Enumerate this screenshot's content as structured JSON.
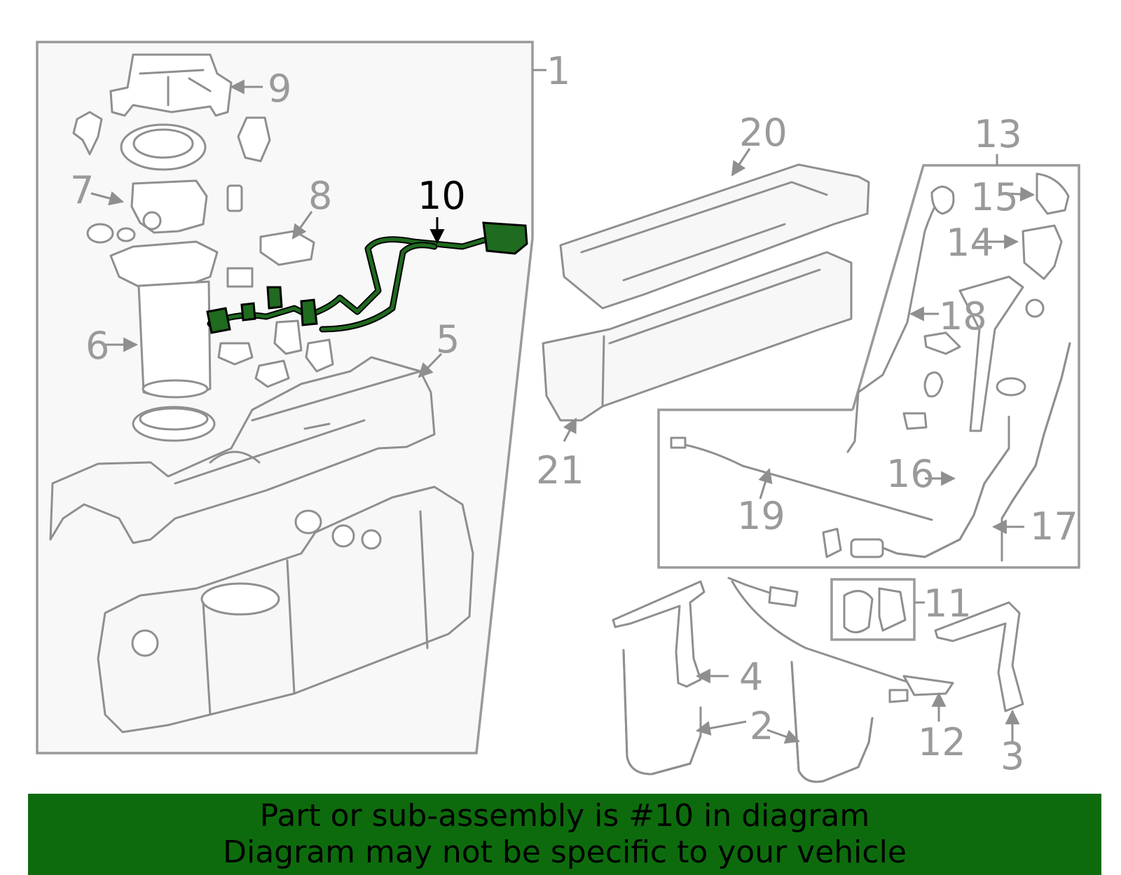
{
  "callouts": {
    "c1": "1",
    "c2": "2",
    "c3": "3",
    "c4": "4",
    "c5": "5",
    "c6": "6",
    "c7": "7",
    "c8": "8",
    "c9": "9",
    "c10": "10",
    "c11": "11",
    "c12": "12",
    "c13": "13",
    "c14": "14",
    "c15": "15",
    "c16": "16",
    "c17": "17",
    "c18": "18",
    "c19": "19",
    "c20": "20",
    "c21": "21"
  },
  "highlight": {
    "part_number": "10",
    "color": "#1f6b1f"
  },
  "banner": {
    "line1": "Part or sub-assembly is #10 in diagram",
    "line2": "Diagram may not be specific to your vehicle",
    "background": "#0d6b0d"
  }
}
